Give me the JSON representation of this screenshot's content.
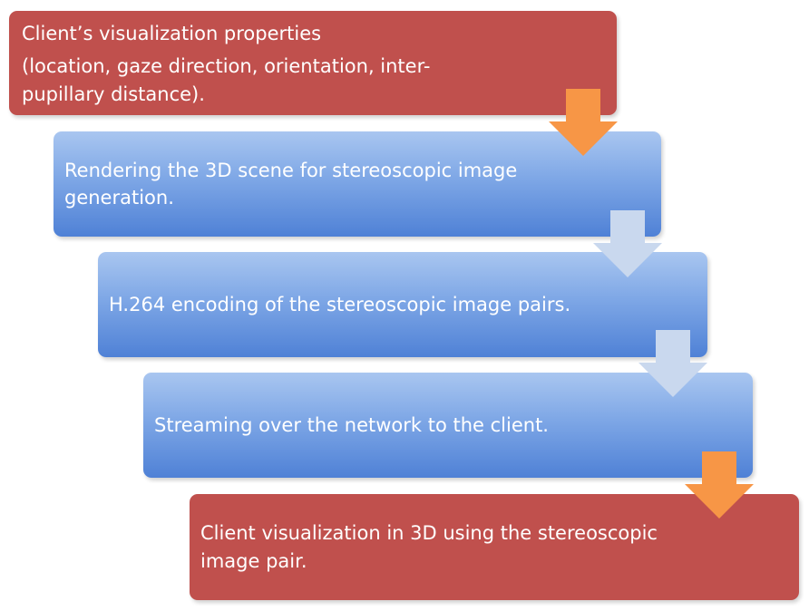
{
  "steps": [
    {
      "lines": [
        "Client’s visualization properties",
        "(location, gaze direction, orientation, inter-",
        "pupillary distance)."
      ],
      "color": "#c0504d"
    },
    {
      "lines": [
        "Rendering the 3D scene for stereoscopic image",
        "generation."
      ],
      "color": "#4f81d6"
    },
    {
      "lines": [
        "H.264 encoding of the stereoscopic image pairs."
      ],
      "color": "#4f81d6"
    },
    {
      "lines": [
        "Streaming over the network to the client."
      ],
      "color": "#4f81d6"
    },
    {
      "lines": [
        "Client visualization in 3D using the stereoscopic",
        "image pair."
      ],
      "color": "#c0504d"
    }
  ],
  "arrow_colors": {
    "accent": "#f79646",
    "light": "#c9d8ee"
  }
}
